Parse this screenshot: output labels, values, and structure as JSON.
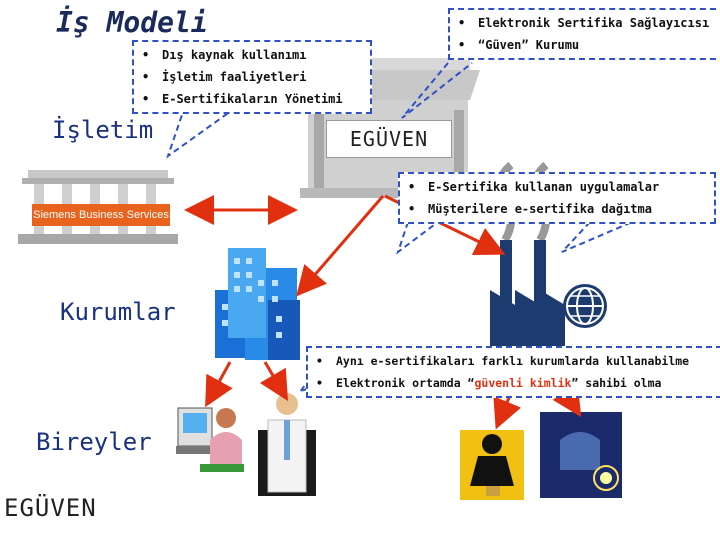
{
  "title": "İş Modeli",
  "sections": {
    "isletim": "İşletim",
    "kurumlar": "Kurumlar",
    "bireyler": "Bireyler"
  },
  "callouts": {
    "top_left": [
      "Dış kaynak kullanımı",
      "İşletim faaliyetleri",
      "E-Sertifikaların Yönetimi"
    ],
    "top_right": [
      "Elektronik Sertifika Sağlayıcısı",
      "“Güven” Kurumu"
    ],
    "middle_right": [
      "E-Sertifika kullanan uygulamalar",
      "Müşterilere e-sertifika dağıtma"
    ],
    "bottom": {
      "item1": "Aynı e-sertifikaları farklı kurumlarda kullanabilme",
      "item2_before": "Elektronik ortamda “",
      "item2_highlight": "güvenli kimlik",
      "item2_after": "” sahibi olma"
    }
  },
  "logos": {
    "siemens": "Siemens Business Services",
    "eguven_building": "EGÜVEN",
    "eguven_corner": "EGÜVEN"
  },
  "colors": {
    "accent_blue": "#3050c8",
    "arrow_red": "#e03010",
    "heading_blue": "#1a3080"
  }
}
